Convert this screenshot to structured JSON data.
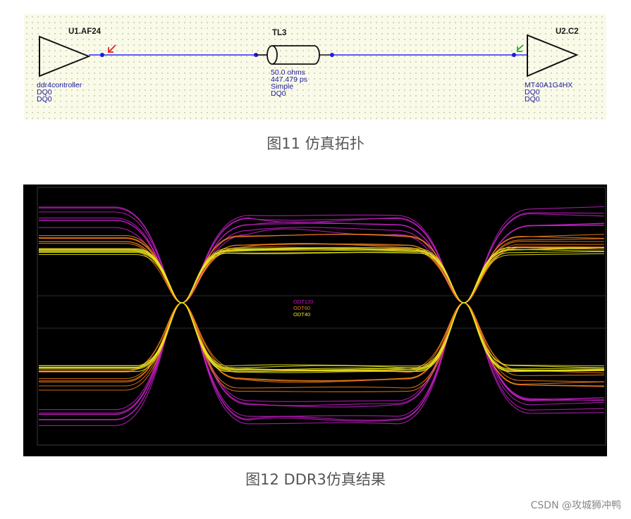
{
  "topology": {
    "driver": {
      "ref": "U1.AF24",
      "model": "ddr4controller",
      "pin1": "DQ0",
      "pin2": "DQ0"
    },
    "line": {
      "ref": "TL3",
      "impedance": "50.0 ohms",
      "delay": "447.479 ps",
      "type": "Simple",
      "net": "DQ0"
    },
    "receiver": {
      "ref": "U2.C2",
      "model": "MT40A1G4HX",
      "pin1": "DQ0",
      "pin2": "DQ0"
    },
    "colors": {
      "wire": "#2b2bff",
      "pin": "#1a1ae0",
      "driver_marker": "#e02020",
      "receiver_marker": "#20b020"
    }
  },
  "captions": {
    "fig11": "图11 仿真拓扑",
    "fig12": "图12 DDR3仿真结果"
  },
  "eye": {
    "legend": [
      {
        "label": "ODT120",
        "color": "#c81ec8"
      },
      {
        "label": "ODT60",
        "color": "#f07c18"
      },
      {
        "label": "ODT40",
        "color": "#e8e81e"
      }
    ],
    "background": "#000000",
    "crossings": 2
  },
  "watermark": "CSDN @攻城狮冲鸭"
}
